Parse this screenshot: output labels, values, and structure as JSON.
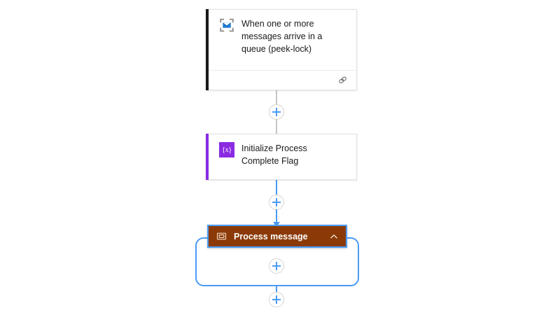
{
  "canvas": {
    "background": "#ffffff",
    "connector_color": "#c8c6c4",
    "connector_active_color": "#4a9bf5"
  },
  "nodes": [
    {
      "id": "trigger",
      "type": "trigger-card",
      "title": "When one or more messages arrive in a queue (peek-lock)",
      "icon": "service-bus-queue-icon",
      "accent_color": "#1b1a19",
      "footer_icon": "link-chain-icon"
    },
    {
      "id": "initialize-variable",
      "type": "action-card",
      "title": "Initialize Process Complete Flag",
      "icon": "variable-icon",
      "icon_glyph": "{x}",
      "accent_color": "#8a2be2"
    },
    {
      "id": "process-message-scope",
      "type": "scope",
      "title": "Process message",
      "icon": "scope-icon",
      "collapse_icon": "chevron-up-icon",
      "header_color": "#8b3a07",
      "selection_color": "#4a9bf5",
      "selected": true,
      "expanded": true
    }
  ],
  "add_buttons": [
    {
      "id": "add-after-trigger",
      "label": "+",
      "icon": "plus-icon"
    },
    {
      "id": "add-after-initialize-variable",
      "label": "+",
      "icon": "plus-icon"
    },
    {
      "id": "add-inside-scope",
      "label": "+",
      "icon": "plus-icon"
    },
    {
      "id": "add-after-scope",
      "label": "+",
      "icon": "plus-icon"
    }
  ]
}
